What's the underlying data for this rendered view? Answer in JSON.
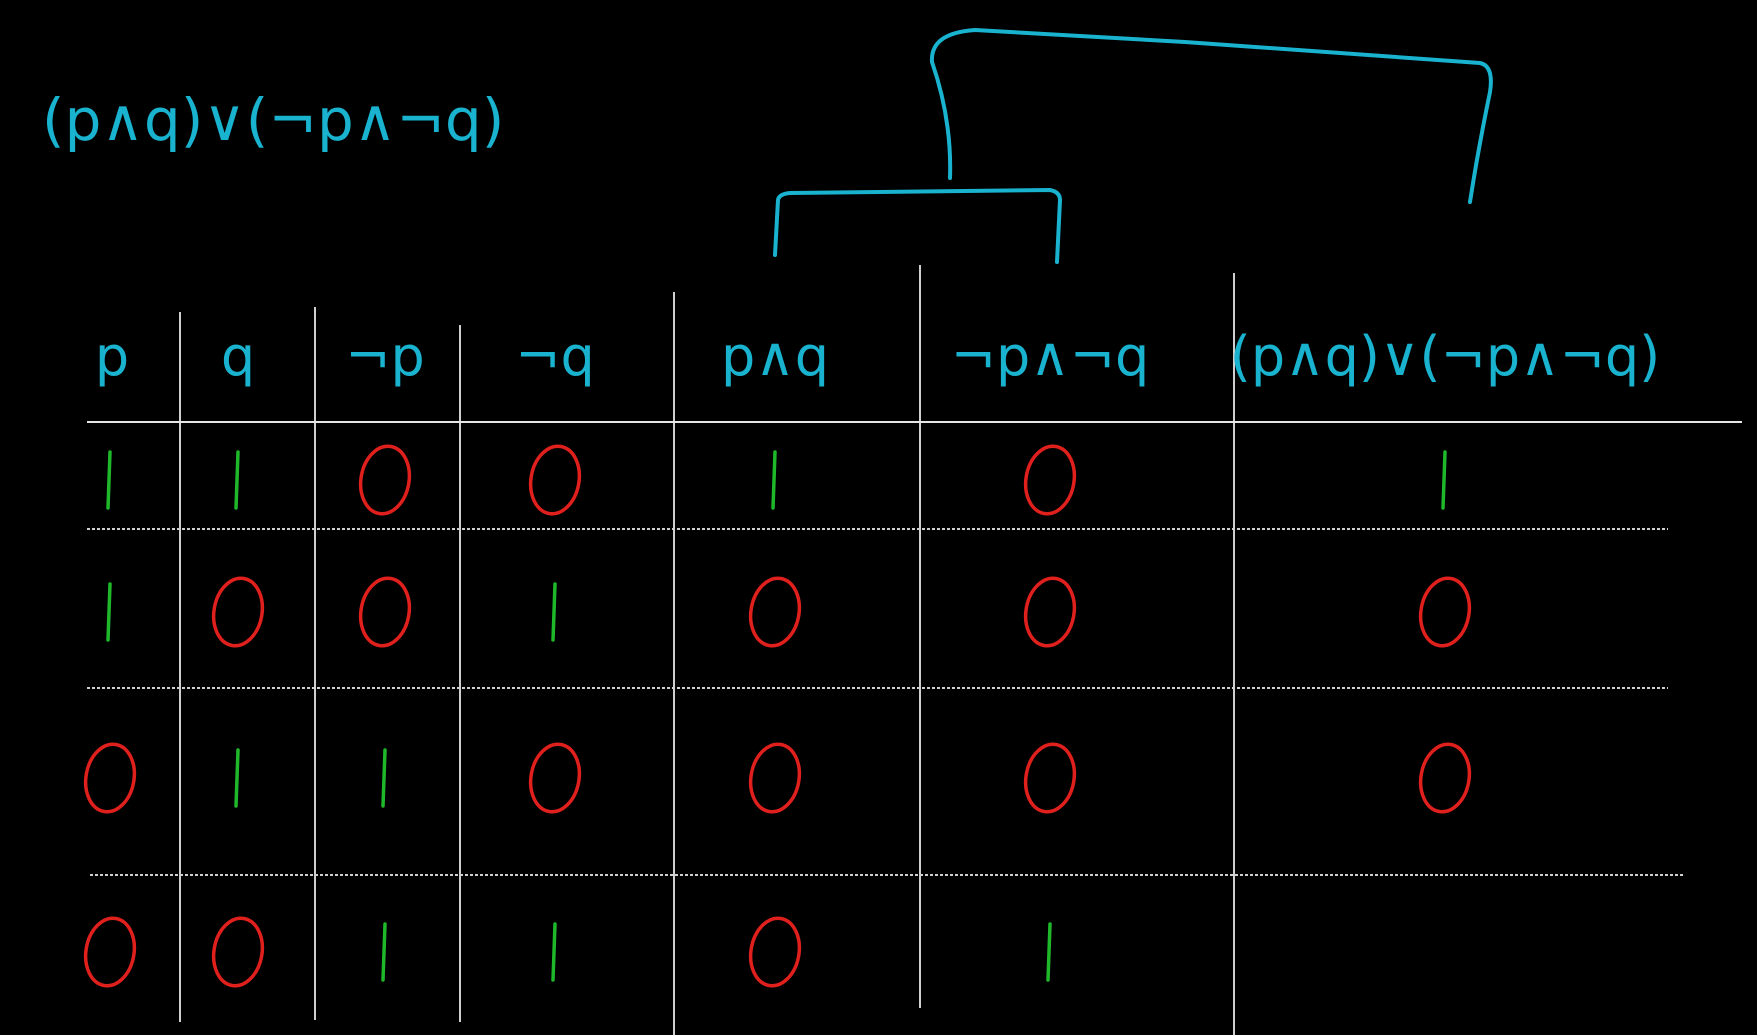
{
  "formula": "(p∧q)∨(¬p∧¬q)",
  "table": {
    "headers": [
      "p",
      "q",
      "¬p",
      "¬q",
      "p∧q",
      "¬p∧¬q",
      "(p∧q)∨(¬p∧¬q)"
    ],
    "rows": [
      [
        "1",
        "1",
        "0",
        "0",
        "1",
        "0",
        "1"
      ],
      [
        "1",
        "0",
        "0",
        "1",
        "0",
        "0",
        "0"
      ],
      [
        "0",
        "1",
        "1",
        "0",
        "0",
        "0",
        "0"
      ],
      [
        "0",
        "0",
        "1",
        "1",
        "0",
        "1",
        ""
      ]
    ]
  },
  "colors": {
    "background": "#000000",
    "ink": "#19b3cf",
    "true_mark": "#1fb82a",
    "false_mark": "#e0201c",
    "grid": "#d0d0d0"
  }
}
